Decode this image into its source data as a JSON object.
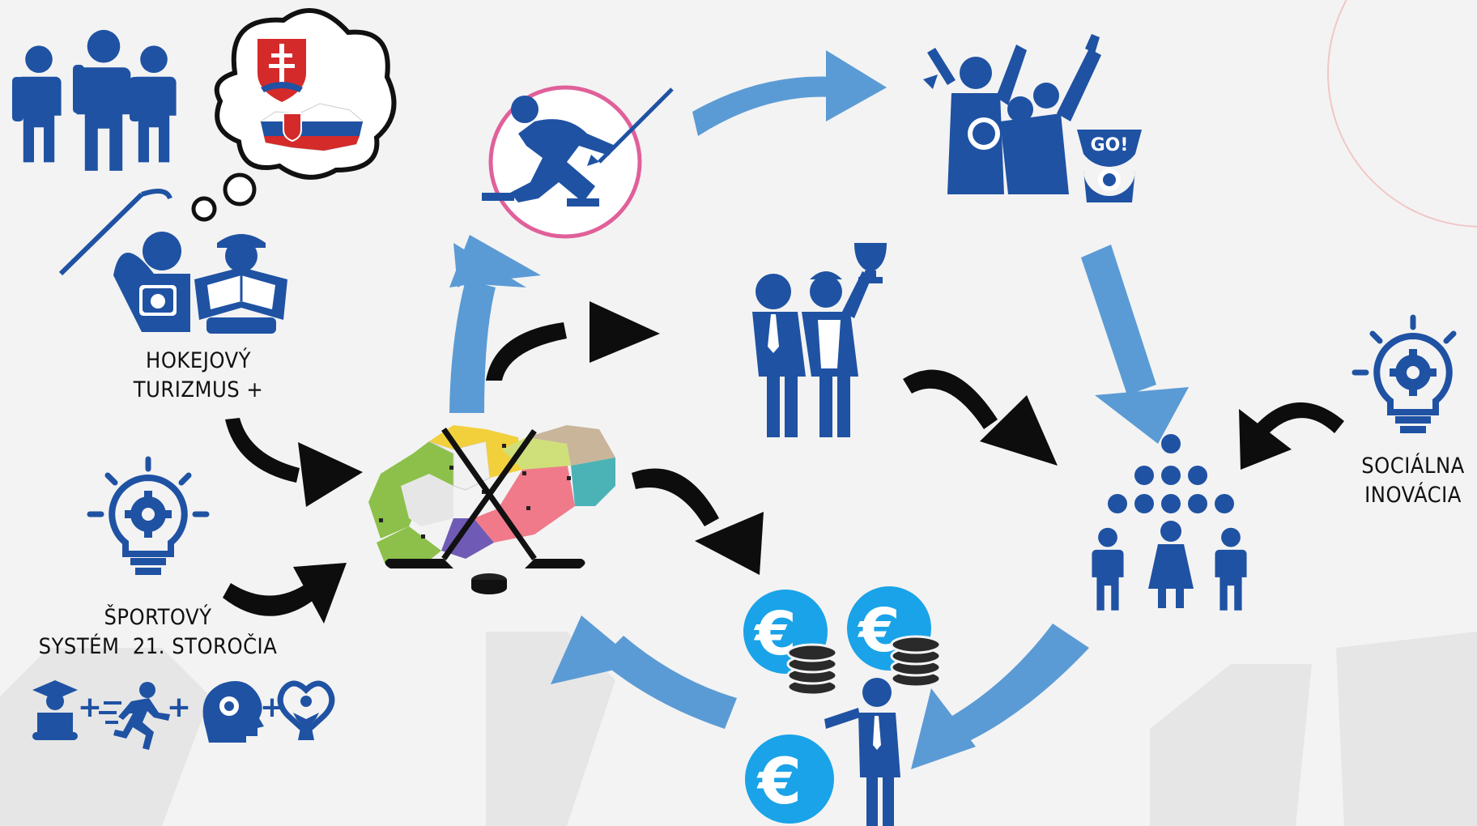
{
  "colors": {
    "primary_blue": "#1f52a3",
    "arrow_light_blue": "#5b9bd5",
    "arrow_black": "#0d0d0d",
    "euro_cyan": "#1aa3e8",
    "ring_pink": "#e0609a",
    "background": "#f3f3f3"
  },
  "labels": {
    "hockey_tourism": [
      "HOKEJOVÝ",
      "TURIZMUS +"
    ],
    "sport_system": [
      "ŠPORTOVÝ",
      "SYSTÉM  21. STOROČIA"
    ],
    "social_innovation": [
      "SOCIÁLNA",
      "INOVÁCIA"
    ]
  },
  "badges": {
    "go": "GO!",
    "euro": "€",
    "plus": "+"
  },
  "icons": [
    "tourist-family-icon",
    "thought-cloud-icon",
    "slovak-hockey-logo",
    "slovak-flag-map-icon",
    "photographer-tourist-icon",
    "map-reader-icon",
    "hockey-player-icon",
    "cheering-fans-icon",
    "go-fan-badge-icon",
    "business-handshake-trophy-icon",
    "lightbulb-gear-icon",
    "slovakia-regions-map-icon",
    "crossed-hockey-sticks-icon",
    "hockey-puck-icon",
    "community-people-icon",
    "euro-coin-icon",
    "coin-stack-icon",
    "businessman-presenter-icon",
    "graduate-icon",
    "runner-icon",
    "brain-idea-icon",
    "health-heart-icon"
  ]
}
